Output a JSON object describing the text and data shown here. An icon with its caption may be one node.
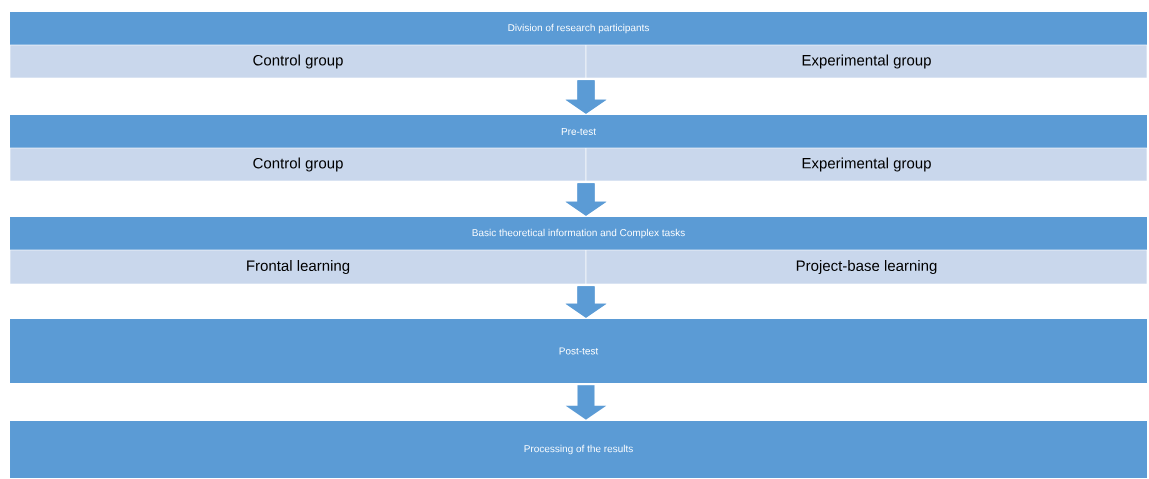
{
  "diagram": {
    "nodes": [
      {
        "text": [
          "Division of research participants"
        ]
      },
      {
        "text": [
          "Control group"
        ]
      },
      {
        "text": [
          "Experimental group"
        ]
      },
      {
        "text": [
          "Pre-test"
        ]
      },
      {
        "text": [
          "Control group"
        ]
      },
      {
        "text": [
          "Experimental group"
        ]
      },
      {
        "text": [
          "Basic theoretical information and Complex tasks"
        ]
      },
      {
        "text": [
          "Frontal learning"
        ]
      },
      {
        "text": [
          "Project-base learning"
        ]
      },
      {
        "text": [
          "Post-test"
        ]
      },
      {
        "text": [
          "Processing of the results"
        ]
      }
    ],
    "edges": [
      {
        "from": 1,
        "to": 3,
        "arrow": "to"
      },
      {
        "from": 2,
        "to": 3,
        "arrow": "to"
      },
      {
        "from": 4,
        "to": 6,
        "arrow": "to"
      },
      {
        "from": 5,
        "to": 6,
        "arrow": "to"
      },
      {
        "from": 7,
        "to": 9,
        "arrow": "to"
      },
      {
        "from": 8,
        "to": 9,
        "arrow": "to"
      },
      {
        "from": 9,
        "to": 10,
        "arrow": "to"
      }
    ]
  }
}
